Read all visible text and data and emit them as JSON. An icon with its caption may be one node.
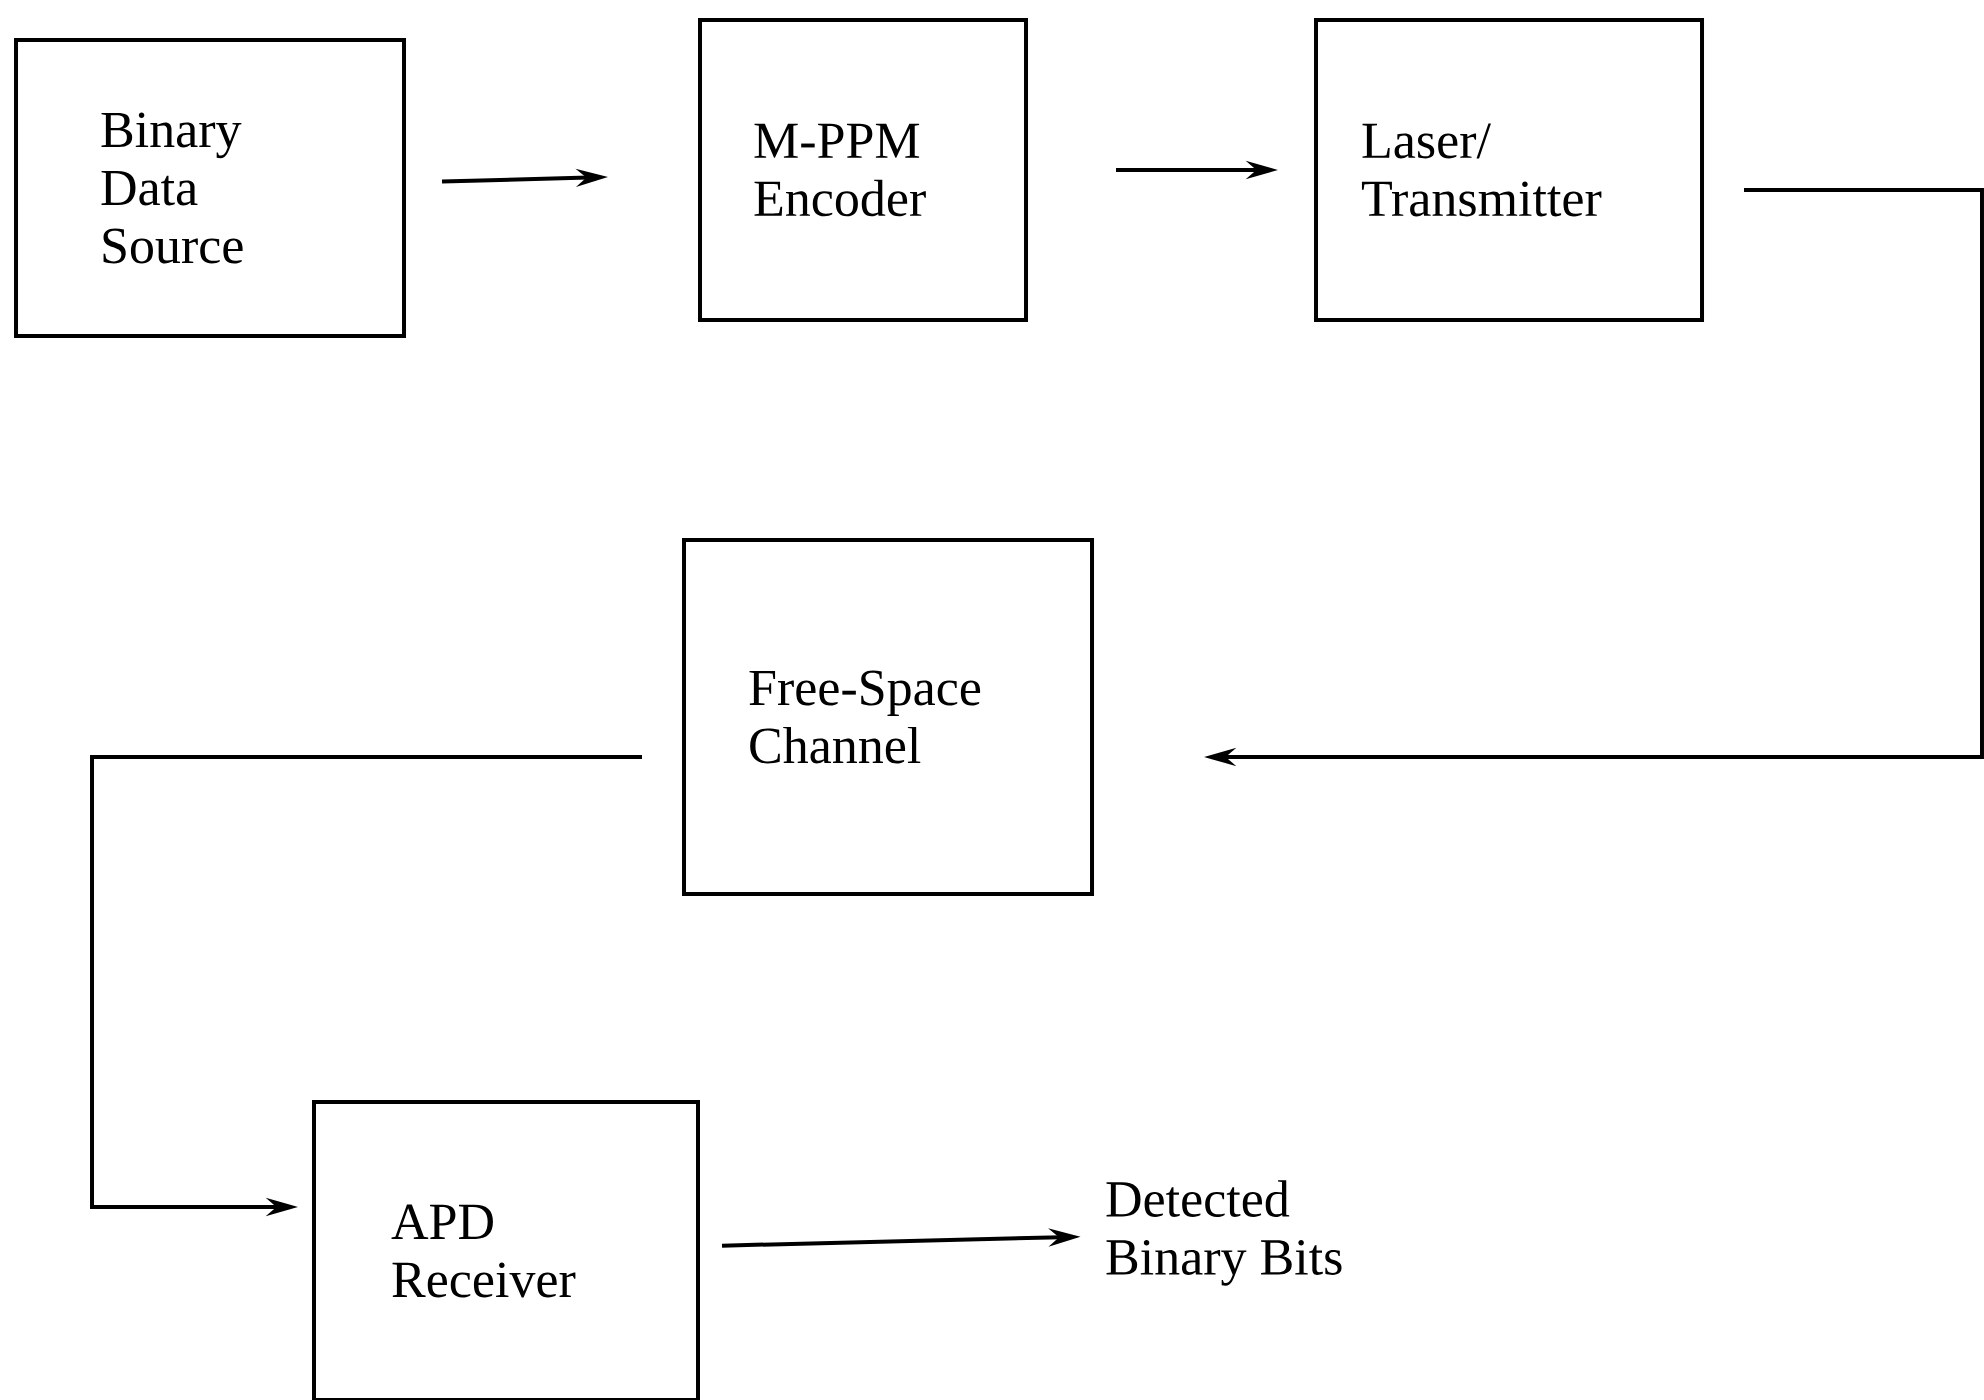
{
  "diagram": {
    "nodes": [
      {
        "text": [
          "Binary Data Source"
        ]
      },
      {
        "text": [
          "M-PPM Encoder"
        ]
      },
      {
        "text": [
          "Laser/ Transmitter"
        ]
      },
      {
        "text": [
          "Free-Space Channel"
        ]
      },
      {
        "text": [
          "APD Receiver"
        ]
      },
      {
        "text": [
          "Detected Binary Bits"
        ]
      }
    ],
    "edges": [
      {
        "from": 0,
        "to": 1,
        "arrow": "to"
      },
      {
        "from": 1,
        "to": 2,
        "arrow": "to"
      },
      {
        "from": 2,
        "to": 3,
        "arrow": "to"
      },
      {
        "from": 3,
        "to": 4,
        "arrow": "to"
      },
      {
        "from": 4,
        "to": 5,
        "arrow": "to"
      }
    ]
  }
}
